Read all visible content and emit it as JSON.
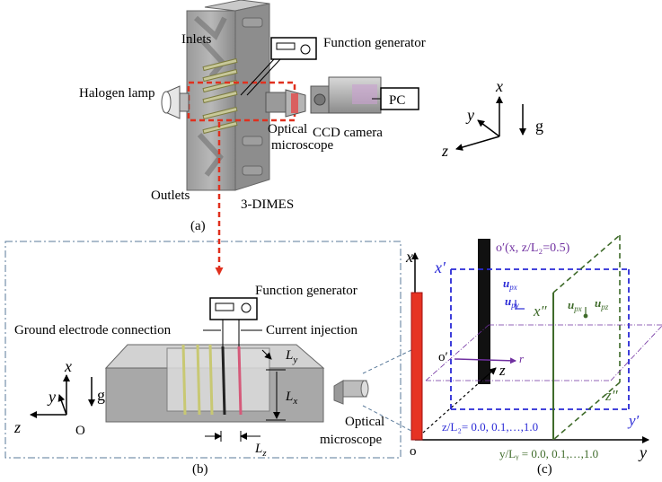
{
  "panel_a": {
    "inlets": "Inlets",
    "function_generator": "Function generator",
    "halogen_lamp": "Halogen lamp",
    "pc": "PC",
    "optical_microscope": "Optical\nmicroscope",
    "ccd_camera": "CCD camera",
    "outlets": "Outlets",
    "device": "3-DIMES",
    "caption": "(a)",
    "axes": {
      "x": "x",
      "y": "y",
      "z": "z",
      "g": "g"
    }
  },
  "panel_b": {
    "function_generator": "Function generator",
    "ground_electrode": "Ground electrode connection",
    "current_injection": "Current injection",
    "optical_microscope": "Optical\nmicroscope",
    "caption": "(b)",
    "axes": {
      "x": "x",
      "y": "y",
      "z": "z",
      "g": "g",
      "origin": "O"
    },
    "dims": {
      "Ly": "L",
      "Ly_sub": "y",
      "Lx": "L",
      "Lx_sub": "x",
      "Lz": "L",
      "Lz_sub": "z"
    }
  },
  "panel_c": {
    "caption": "(c)",
    "axis_x": "x",
    "axis_y": "y",
    "origin": "o",
    "x_prime": "x′",
    "x_dprime": "x″",
    "z_dprime": "z″",
    "y_prime": "y′",
    "o_prime": "o′",
    "z": "z",
    "r": "r",
    "o_prime_coord": "o′(x, z/L₂=0.5)",
    "u_px": "u",
    "u_px_sub": "px",
    "u_py": "u",
    "u_py_sub": "py",
    "u_px2": "u",
    "u_px2_sub": "px",
    "u_pz": "u",
    "u_pz_sub": "pz",
    "z_range": "z/L₂= 0.0, 0.1,…,1.0",
    "y_range": "y/Lᵧ = 0.0, 0.1,…,1.0"
  },
  "colors": {
    "red": "#e63323",
    "blue": "#2a2ad6",
    "green": "#3f6b2a",
    "purple": "#7030a0",
    "dashed_red": "#e0301e",
    "frame": "#5a7a9a"
  }
}
